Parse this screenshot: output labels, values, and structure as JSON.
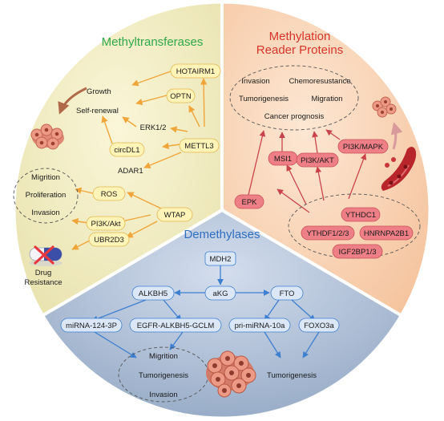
{
  "colors": {
    "methyltransferase_bg": "#f2edc5",
    "reader_bg": "#f8d2b4",
    "demethylase_bg": "#b3c4d9",
    "green_title": "#2fa84a",
    "red_title": "#d8352a",
    "blue_title": "#2e6fc0",
    "yellow_node": "#fff4b8",
    "pink_node": "#ee7f86",
    "blue_node": "#dbe7f6",
    "orange_arrow": "#f0a53a",
    "red_arrow": "#c9444a",
    "blue_arrow": "#3d7fd0"
  },
  "methyltransferases": {
    "title": "Methyltransferases",
    "nodes": {
      "hotairm1": "HOTAIRM1",
      "optn": "OPTN",
      "erk": "ERK1/2",
      "circdl1": "circDL1",
      "mettl3": "METTL3",
      "ros": "ROS",
      "wtap": "WTAP",
      "pi3k_akt": "PI3K/Akt",
      "ubr2d3": "UBR2D3"
    },
    "labels": {
      "growth": "Growth",
      "self_renewal": "Self-renewal",
      "adar1": "ADAR1",
      "migrition": "Migrition",
      "proliferation": "Proliferation",
      "invasion": "Invasion",
      "drug_line1": "Drug",
      "drug_line2": "Resistance"
    }
  },
  "readers": {
    "title_line1": "Methylation",
    "title_line2": "Reader Proteins",
    "outcomes": {
      "invasion": "Invasion",
      "chemoresustance": "Chemoresustance",
      "tumorigenesis": "Tumorigenesis",
      "migration": "Migration",
      "cancer_prognosis": "Cancer prognosis"
    },
    "nodes": {
      "epk": "EPK",
      "msi1": "MSI1",
      "pi3k_akt": "PI3K/AKT",
      "pi3k_mapk": "PI3K/MAPK",
      "ythdc1": "YTHDC1",
      "ythdf": "YTHDF1/2/3",
      "hnrnpa2b1": "HNRNPA2B1",
      "igf2bp": "IGF2BP1/3"
    }
  },
  "demethylases": {
    "title": "Demethylases",
    "nodes": {
      "mdh2": "MDH2",
      "alkbh5": "ALKBH5",
      "akg": "aKG",
      "fto": "FTO",
      "mirna124": "miRNA-124-3P",
      "egfr": "EGFR-ALKBH5-GCLM",
      "primirna": "pri-miRNA-10a",
      "foxo3a": "FOXO3a"
    },
    "labels": {
      "migrition": "Migrition",
      "tumorigenesis": "Tumorigenesis",
      "invasion": "Invasion",
      "tumorigenesis_right": "Tumorigenesis"
    }
  }
}
